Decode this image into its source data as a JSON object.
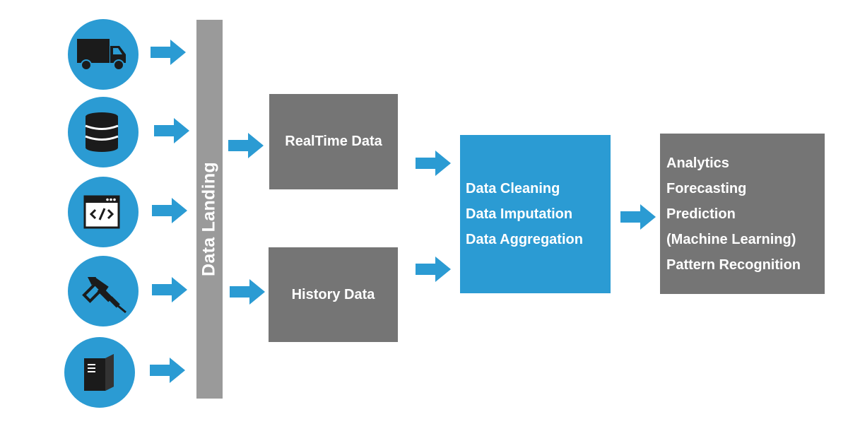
{
  "colors": {
    "accent_blue": "#2b9bd3",
    "box_gray": "#757575",
    "bar_gray": "#9a9a9a",
    "icon_dark": "#1b1b1b",
    "text_white": "#ffffff"
  },
  "sources": [
    {
      "icon": "truck-icon"
    },
    {
      "icon": "database-icon"
    },
    {
      "icon": "code-window-icon"
    },
    {
      "icon": "tools-icon"
    },
    {
      "icon": "server-icon"
    }
  ],
  "landing": {
    "label": "Data Landing"
  },
  "realtime": {
    "label": "RealTime Data"
  },
  "history": {
    "label": "History Data"
  },
  "processing": {
    "lines": [
      "Data Cleaning",
      "Data Imputation",
      "Data Aggregation"
    ]
  },
  "output": {
    "lines": [
      "Analytics",
      "Forecasting",
      "Prediction",
      "(Machine Learning)",
      "Pattern Recognition"
    ]
  }
}
